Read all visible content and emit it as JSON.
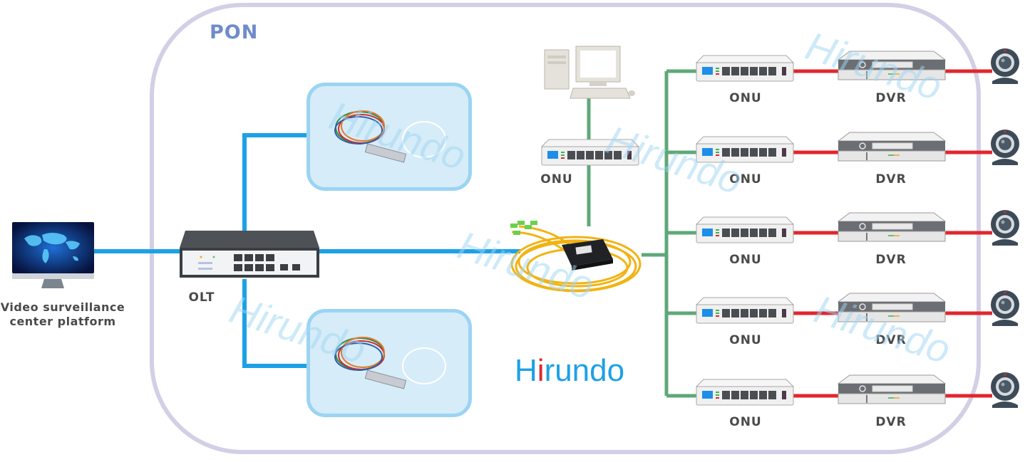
{
  "diagram": {
    "title": "PON",
    "brand": {
      "prefix": "H",
      "i": "i",
      "suffix": "rundo"
    },
    "watermark": "Hirundo",
    "platform": {
      "label_line1": "Video surveillance",
      "label_line2": "center platform",
      "icon": "monitor-world-map-icon"
    },
    "olt": {
      "label": "OLT",
      "icon": "olt-switch-icon"
    },
    "splitters": [
      {
        "name": "plc-splitter-top",
        "icon": "fiber-splitter-icon"
      },
      {
        "name": "plc-splitter-bottom",
        "icon": "fiber-splitter-icon"
      }
    ],
    "box_splitter": {
      "icon": "abs-box-splitter-icon"
    },
    "pc_onu": {
      "label": "ONU",
      "pc_icon": "desktop-pc-icon"
    },
    "rows": [
      {
        "onu": "ONU",
        "dvr": "DVR"
      },
      {
        "onu": "ONU",
        "dvr": "DVR"
      },
      {
        "onu": "ONU",
        "dvr": "DVR"
      },
      {
        "onu": "ONU",
        "dvr": "DVR"
      },
      {
        "onu": "ONU",
        "dvr": "DVR"
      }
    ],
    "colors": {
      "fiber_line": "#1da1e5",
      "ethernet_line": "#5fa878",
      "camera_line": "#e2262d",
      "pon_border": "#d3cfe6",
      "pon_title": "#6f8ccb",
      "splitter_fill": "#d6ecf9",
      "splitter_border": "#9bd4f3"
    }
  }
}
